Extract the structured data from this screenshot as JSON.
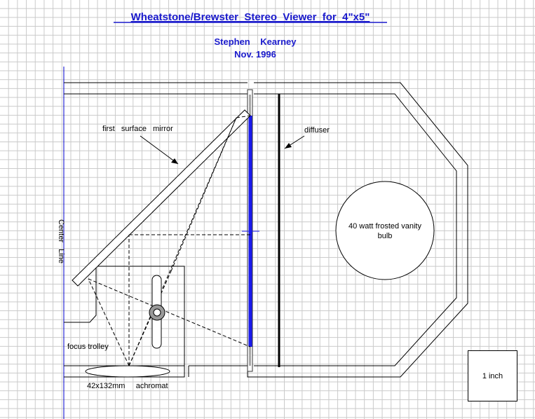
{
  "title": "Wheatstone/Brewster  Stereo  Viewer  for  4\"x5\"",
  "author": "Stephen    Kearney",
  "date": "Nov. 1996",
  "labels": {
    "mirror": "first   surface   mirror",
    "diffuser": "diffuser",
    "bulb_line1": "40 watt frosted vanity",
    "bulb_line2": "bulb",
    "center_line": "Center   Line",
    "trolley": "focus trolley",
    "achromat": "42x132mm     achromat",
    "scale": "1  inch"
  },
  "colors": {
    "title": "#1a1acc",
    "center_line": "#0000cc",
    "film": "#1a1aee",
    "outline": "#000000",
    "grid": "#c9c9c9"
  }
}
